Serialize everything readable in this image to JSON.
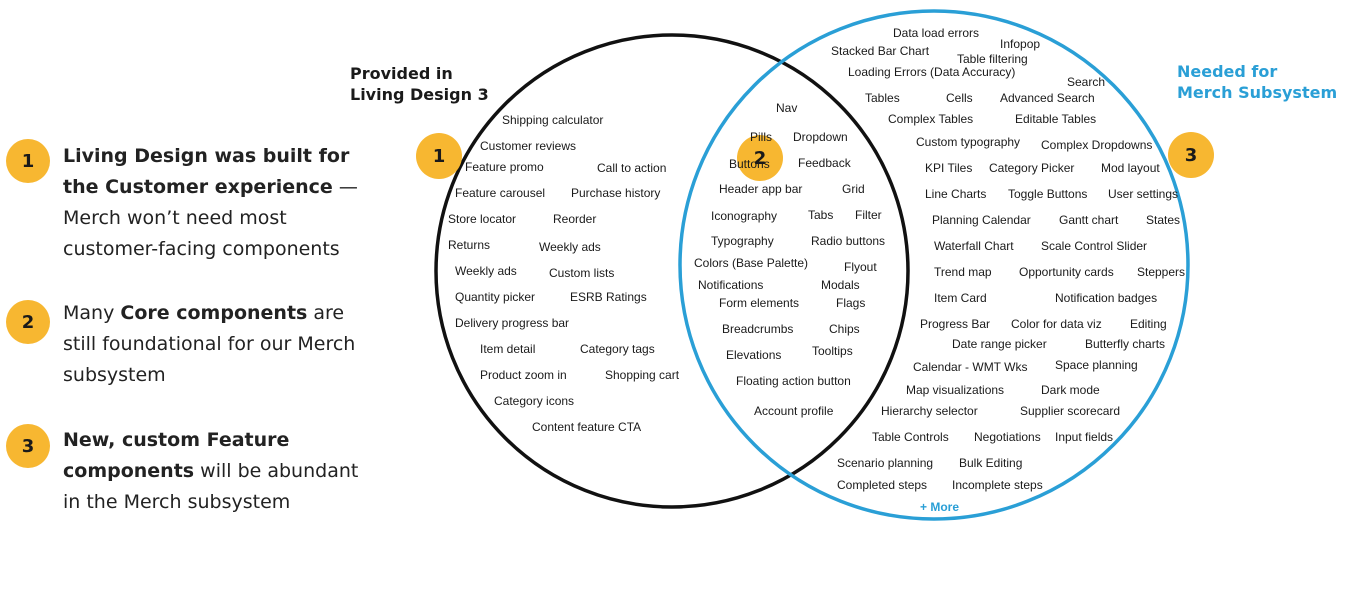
{
  "colors": {
    "badge": "#f7b731",
    "left_circle": "#111111",
    "right_circle": "#2a9fd6",
    "right_title": "#2a9fd6"
  },
  "notes": [
    {
      "number": "1",
      "bold": "Living Design was built for the Customer experience",
      "rest": " — Merch won’t need most customer-facing components"
    },
    {
      "number": "2",
      "pre": "Many ",
      "bold": "Core components",
      "rest": " are still foundational for our Merch subsystem"
    },
    {
      "number": "3",
      "bold": "New, custom Feature components",
      "rest": " will be abundant in the Merch subsystem"
    }
  ],
  "venn": {
    "left_title": [
      "Provided in",
      "Living Design 3"
    ],
    "right_title": [
      "Needed for",
      "Merch Subsystem"
    ],
    "badges": [
      "1",
      "2",
      "3"
    ],
    "left_only": [
      "Shipping calculator",
      "Customer reviews",
      "Feature promo",
      "Call to action",
      "Feature carousel",
      "Purchase history",
      "Store locator",
      "Reorder",
      "Returns",
      "Weekly ads",
      "Weekly ads",
      "Custom lists",
      "Quantity picker",
      "ESRB Ratings",
      "Delivery progress bar",
      "Item detail",
      "Category tags",
      "Product zoom in",
      "Shopping cart",
      "Category icons",
      "Content feature CTA"
    ],
    "overlap": [
      "Nav",
      "Pills",
      "Dropdown",
      "Buttons",
      "Feedback",
      "Header app bar",
      "Grid",
      "Iconography",
      "Tabs",
      "Filter",
      "Typography",
      "Radio buttons",
      "Colors (Base Palette)",
      "Flyout",
      "Notifications",
      "Modals",
      "Form elements",
      "Flags",
      "Breadcrumbs",
      "Chips",
      "Elevations",
      "Tooltips",
      "Floating action button",
      "Account profile"
    ],
    "right_only": [
      "Data load errors",
      "Infopop",
      "Stacked Bar Chart",
      "Table filtering",
      "Loading Errors (Data Accuracy)",
      "Search",
      "Tables",
      "Cells",
      "Advanced Search",
      "Complex Tables",
      "Editable Tables",
      "Custom typography",
      "Complex Dropdowns",
      "KPI Tiles",
      "Category Picker",
      "Mod layout",
      "Line Charts",
      "Toggle Buttons",
      "User settings",
      "Planning Calendar",
      "Gantt chart",
      "States",
      "Waterfall Chart",
      "Scale Control Slider",
      "Trend map",
      "Opportunity cards",
      "Steppers",
      "Item Card",
      "Notification badges",
      "Progress Bar",
      "Color for data viz",
      "Editing",
      "Date range picker",
      "Butterfly charts",
      "Calendar - WMT Wks",
      "Space planning",
      "Map visualizations",
      "Dark mode",
      "Hierarchy selector",
      "Supplier scorecard",
      "Table Controls",
      "Negotiations",
      "Input fields",
      "Scenario planning",
      "Bulk Editing",
      "Completed steps",
      "Incomplete steps"
    ],
    "more_label": "+ More"
  }
}
